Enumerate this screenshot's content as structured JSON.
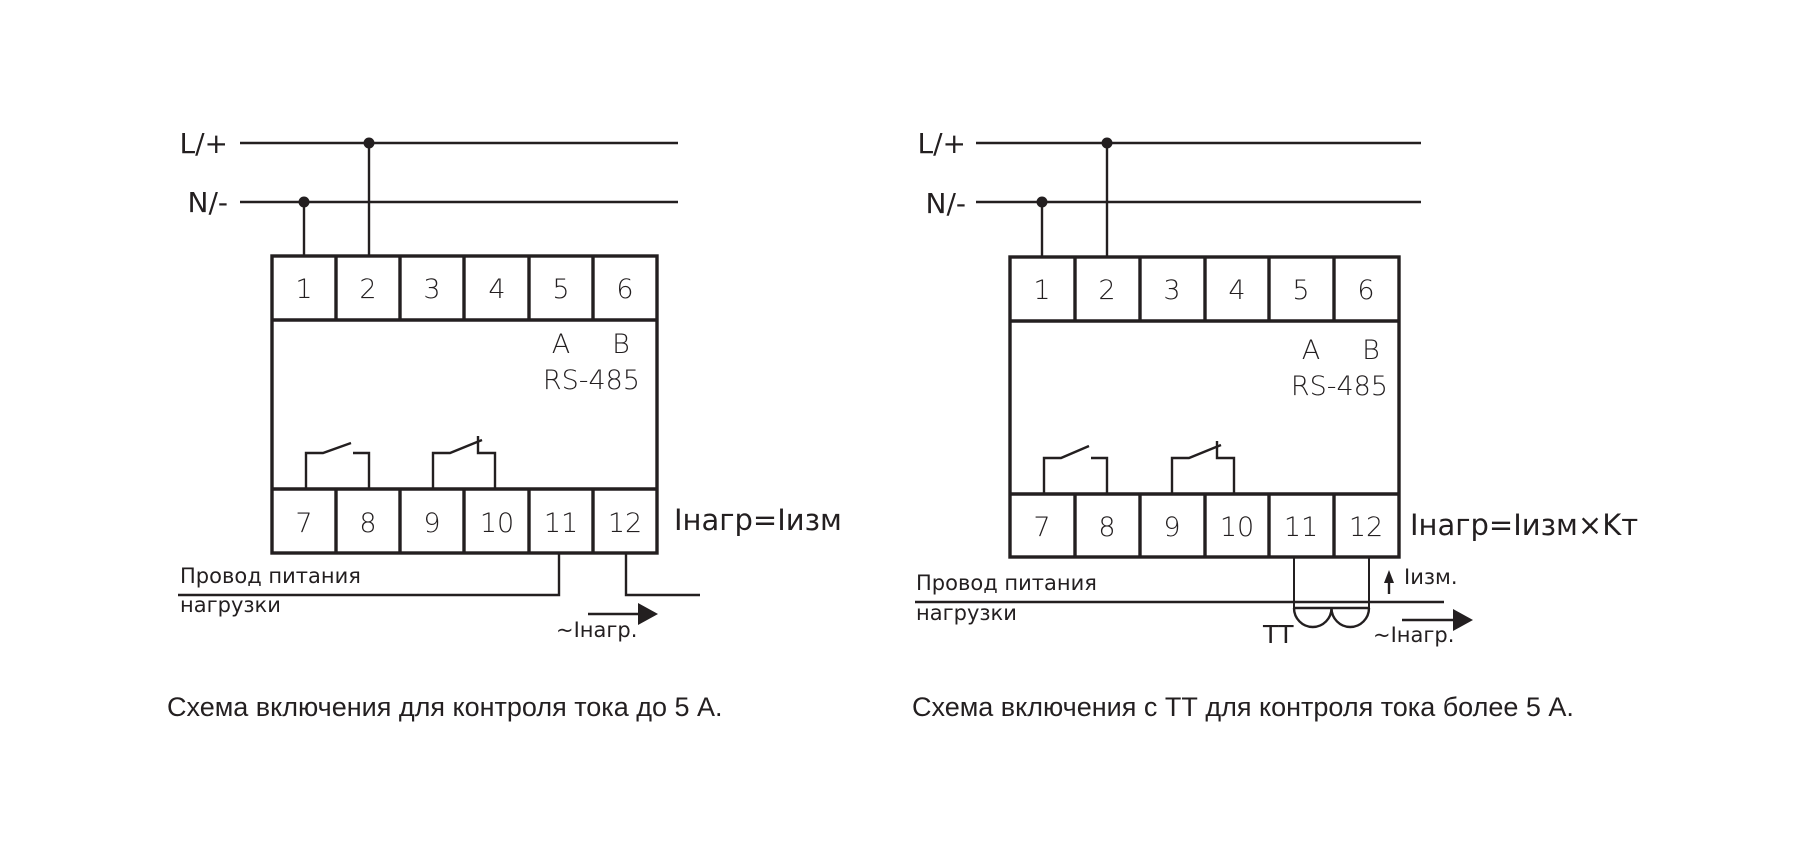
{
  "colors": {
    "ink": "#231f20",
    "background": "#ffffff"
  },
  "diagrams": [
    {
      "id": "direct",
      "line_l_label": "L/+",
      "line_n_label": "N/-",
      "top_terminals": [
        "1",
        "2",
        "3",
        "4",
        "5",
        "6"
      ],
      "bottom_terminals": [
        "7",
        "8",
        "9",
        "10",
        "11",
        "12"
      ],
      "rs485_a": "A",
      "rs485_b": "B",
      "rs485_label": "RS-485",
      "formula": "Iнагр=Iизм",
      "wire_label_line1": "Провод питания",
      "wire_label_line2": "нагрузки",
      "current_label": "~Iнагр.",
      "caption": "Схема включения для контроля тока до 5 А."
    },
    {
      "id": "with-ct",
      "line_l_label": "L/+",
      "line_n_label": "N/-",
      "top_terminals": [
        "1",
        "2",
        "3",
        "4",
        "5",
        "6"
      ],
      "bottom_terminals": [
        "7",
        "8",
        "9",
        "10",
        "11",
        "12"
      ],
      "rs485_a": "A",
      "rs485_b": "B",
      "rs485_label": "RS-485",
      "formula": "Iнагр=Iизм×Kт",
      "wire_label_line1": "Провод питания",
      "wire_label_line2": "нагрузки",
      "current_label": "~Iнагр.",
      "measured_label": "Iизм.",
      "ct_label": "ТТ",
      "caption": "Схема включения с ТТ для  контроля тока более 5 А."
    }
  ]
}
